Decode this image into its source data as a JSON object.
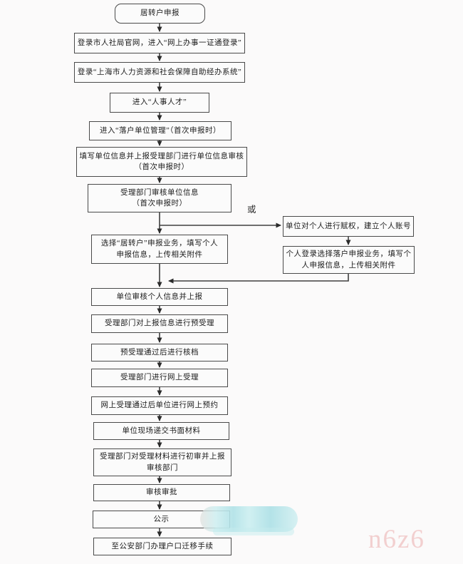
{
  "flowchart": {
    "nodes": {
      "start": {
        "label": "居转户申报"
      },
      "login_portal": {
        "label": "登录市人社局官网，进入“网上办事一证通登录”"
      },
      "login_system": {
        "label": "登录“上海市人力资源和社会保障自助经办系统”"
      },
      "enter_hr": {
        "label": "进入“人事人才”"
      },
      "enter_unit_mgmt": {
        "label": "进入“落户单位管理”（首次申报时）"
      },
      "fill_unit_info": {
        "label": "填写单位信息并上报受理部门进行单位信息审核\n（首次申报时）"
      },
      "review_unit_info": {
        "label": "受理部门审核单位信息\n（首次申报时）"
      },
      "select_business": {
        "label": "选择“居转户”申报业务，填写个人\n申报信息，上传相关附件"
      },
      "authorize": {
        "label": "单位对个人进行赋权，建立个人账号"
      },
      "personal_login": {
        "label": "个人登录选择落户申报业务，填写个\n人申报信息，上传相关附件"
      },
      "unit_review": {
        "label": "单位审核个人信息并上报"
      },
      "pre_accept": {
        "label": "受理部门对上报信息进行预受理"
      },
      "archive_check": {
        "label": "预受理通过后进行核档"
      },
      "online_accept": {
        "label": "受理部门进行网上受理"
      },
      "online_reserve": {
        "label": "网上受理通过后单位进行网上预约"
      },
      "submit_materials": {
        "label": "单位现场递交书面材料"
      },
      "initial_review": {
        "label": "受理部门对受理材料进行初审并上报\n审核部门"
      },
      "review_approve": {
        "label": "审核审批"
      },
      "publicity": {
        "label": "公示"
      },
      "police_transfer": {
        "label": "至公安部门办理户口迁移手续"
      }
    },
    "or_label": "或",
    "line_color": "#3f3f3f",
    "arrow_color": "#2b2b2b"
  },
  "watermark": {
    "text": "n6z6",
    "color": "#f2cfcf"
  },
  "highlight": {
    "color": "#b0e2e7"
  }
}
